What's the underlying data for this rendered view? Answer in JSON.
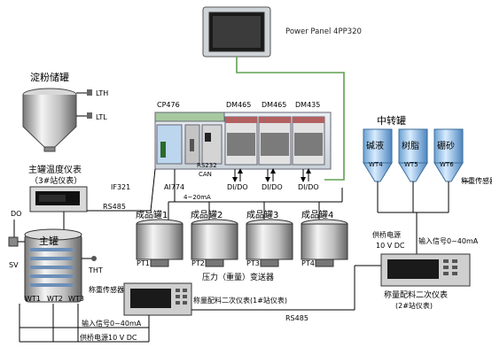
{
  "hmi": {
    "label": "Power Panel 4PP320"
  },
  "starch_silo": {
    "title": "淀粉储罐",
    "level_high": "LTH",
    "level_low": "LTL"
  },
  "plc": {
    "cpu": "CP476",
    "ai_module": "AI774",
    "rs232_label": "RS232",
    "can_label": "CAN",
    "if_module": "IF321",
    "dm_modules": [
      "DM465",
      "DM465",
      "DM435"
    ]
  },
  "io_labels": {
    "dido": "DI/DO",
    "ai_signal": "4~20mA"
  },
  "transfer_tanks": {
    "title": "中转罐",
    "tanks": [
      {
        "name": "碱液",
        "wt": "WT4"
      },
      {
        "name": "树脂",
        "wt": "WT5"
      },
      {
        "name": "硼砂",
        "wt": "WT6"
      }
    ],
    "sensor_label": "称重传感器"
  },
  "main_temp_meter": {
    "title": "主罐温度仪表",
    "subtitle": "（3#站仪表）"
  },
  "rs485": "RS485",
  "main_tank": {
    "title": "主罐",
    "do_label": "DO",
    "sv_label": "SV",
    "tht_label": "THT",
    "wt_labels": [
      "WT1",
      "WT2",
      "WT3"
    ],
    "sensor_label": "称重传感器"
  },
  "product_tanks": [
    {
      "label": "成品罐1",
      "pt": "PT1"
    },
    {
      "label": "成品罐2",
      "pt": "PT2"
    },
    {
      "label": "成品罐3",
      "pt": "PT3"
    },
    {
      "label": "成品罐4",
      "pt": "PT4"
    }
  ],
  "pressure_transmitter": "压力（重量）变送器",
  "weigh_meter_1": {
    "label": "称量配料二次仪表(1#站仪表)"
  },
  "weigh_meter_2": {
    "title": "称量配料二次仪表",
    "subtitle": "(2#站仪表)"
  },
  "signals": {
    "bottom_input": "输入信号0~40mA",
    "bottom_power": "供桥电源10 V DC",
    "right_power_1": "供桥电源",
    "right_power_2": "10 V DC",
    "right_input": "输入信号0~40mA"
  }
}
